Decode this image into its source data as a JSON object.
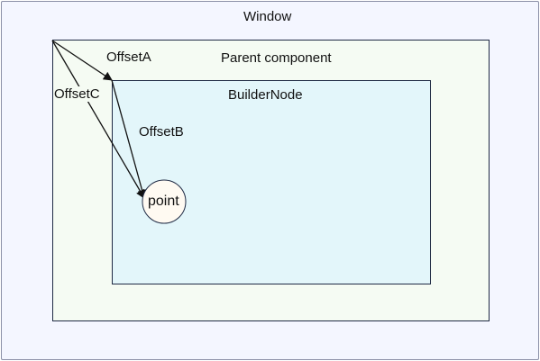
{
  "labels": {
    "window": "Window",
    "parent": "Parent component",
    "builder": "BuilderNode",
    "offset_a": "OffsetA",
    "offset_b": "OffsetB",
    "offset_c": "OffsetC",
    "point": "point"
  },
  "colors": {
    "window_fill": "#f4f6ff",
    "parent_fill": "#f5fbf3",
    "builder_fill": "#e3f6fa",
    "point_fill": "#fffaf2",
    "stroke": "#1f2a44"
  }
}
